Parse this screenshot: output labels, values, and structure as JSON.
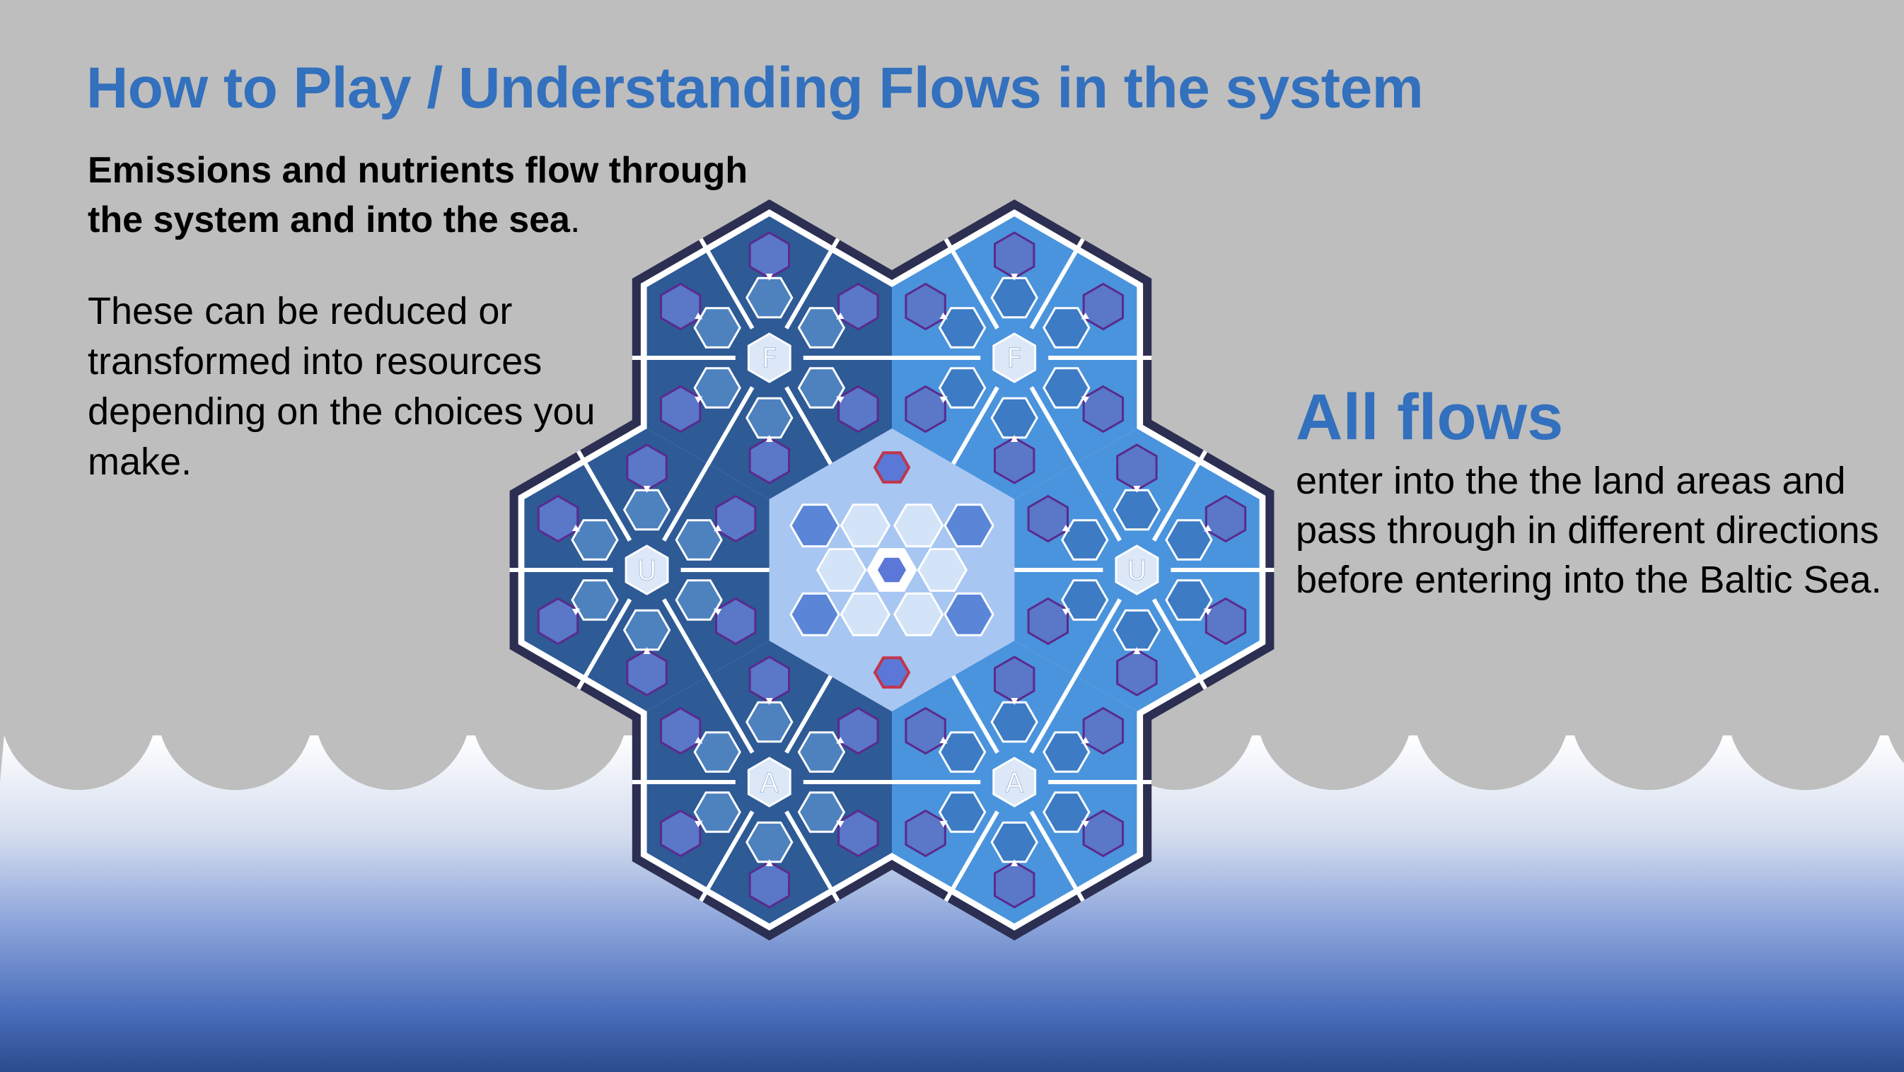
{
  "title": "How to Play / Understanding Flows in the system",
  "intro": {
    "bold_text": "Emissions and nutrients flow through the system and into the sea",
    "bold_suffix": ".",
    "body": "These can be reduced  or transformed into resources depending on the choices you make."
  },
  "flows": {
    "heading": "All flows",
    "body": "enter into the the land areas and pass through in different directions before entering into the Baltic Sea."
  },
  "board": {
    "tiles": [
      {
        "letter": "F",
        "shade": "dark"
      },
      {
        "letter": "F",
        "shade": "light"
      },
      {
        "letter": "U",
        "shade": "dark"
      },
      {
        "letter": "U",
        "shade": "light"
      },
      {
        "letter": "A",
        "shade": "dark"
      },
      {
        "letter": "A",
        "shade": "light"
      }
    ],
    "center_tile": "sea"
  },
  "colors": {
    "background": "#bebebe",
    "title": "#3370bd",
    "board_outline": "#2c2f52",
    "tile_dark": "#2e5a96",
    "tile_light": "#4a94dd",
    "center_tile": "#a7c6f2",
    "sea_top": "#ffffff",
    "sea_bottom": "#2a4b8c"
  }
}
